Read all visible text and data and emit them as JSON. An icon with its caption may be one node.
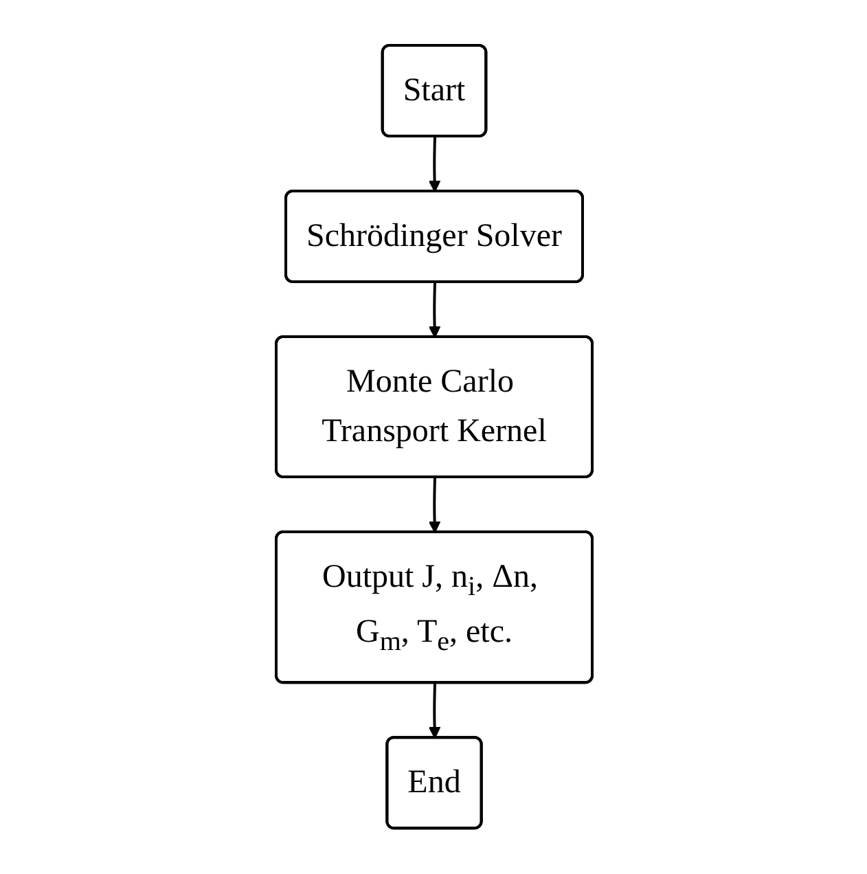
{
  "diagram": {
    "nodes": [
      {
        "text": [
          "Start"
        ]
      },
      {
        "text": [
          "Schrödinger Solver"
        ]
      },
      {
        "text": [
          "Monte Carlo Transport Kernel"
        ]
      },
      {
        "text": [
          "Output J, n$_{i}$, Δn, G$_{m}$, T$_{e}$, etc."
        ]
      },
      {
        "text": [
          "End"
        ]
      }
    ],
    "edges": [
      {
        "from": 0,
        "to": 1,
        "arrow": "to"
      },
      {
        "from": 1,
        "to": 2,
        "arrow": "to"
      },
      {
        "from": 2,
        "to": 3,
        "arrow": "to"
      },
      {
        "from": 3,
        "to": 4,
        "arrow": "to"
      }
    ]
  }
}
